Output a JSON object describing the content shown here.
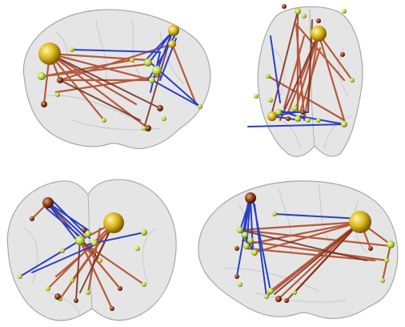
{
  "figure": {
    "panels": [
      {
        "name": "left-lateral-view"
      },
      {
        "name": "superior-view"
      },
      {
        "name": "posterior-view"
      },
      {
        "name": "right-lateral-view"
      }
    ],
    "colors": {
      "brain_fill": "#d9d9d9",
      "brain_stroke": "#a8a8a8",
      "edge_red": "#b04a2a",
      "edge_dark_red": "#7a2a1c",
      "edge_blue": "#2a3fc4",
      "node_gold": "#d8b51a",
      "node_green": "#b8d23a",
      "node_dark": "#6a3a12"
    }
  }
}
